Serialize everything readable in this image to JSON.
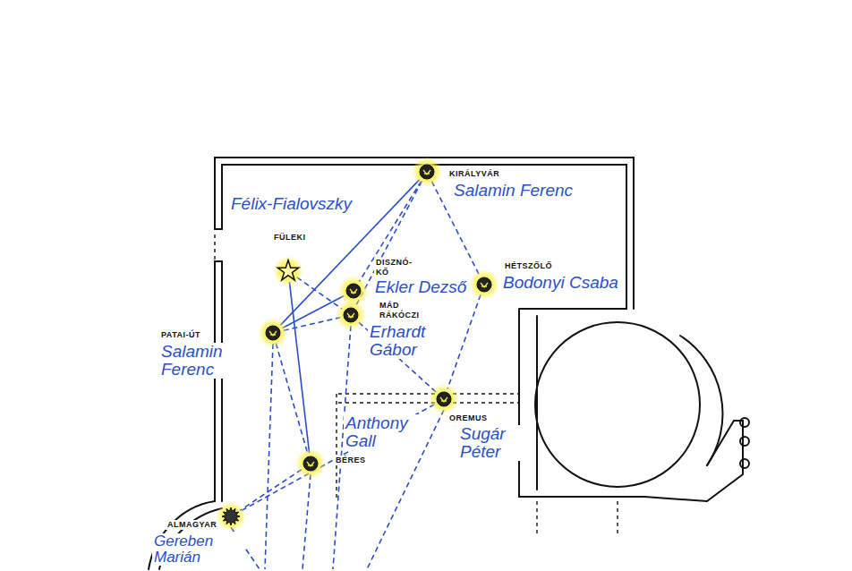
{
  "diagram": {
    "nodes": [
      {
        "text": [
          "KIRÁLYVÁR",
          "Salamin Ferenc"
        ]
      },
      {
        "text": [
          "FÜLEKI",
          "Félix-Fialovszky"
        ]
      },
      {
        "text": [
          "DISZNÓ-KŐ",
          "Ekler Dezső"
        ]
      },
      {
        "text": [
          "HÉTSZŐLŐ",
          "Bodonyi Csaba"
        ]
      },
      {
        "text": [
          "MÁD RÁKÓCZI",
          "Erhardt Gábor"
        ]
      },
      {
        "text": [
          "PATAI-ÚT",
          "Salamin Ferenc"
        ]
      },
      {
        "text": [
          "OREMUS",
          "Sugár Péter"
        ]
      },
      {
        "text": [
          "BÉRES",
          "Anthony Gall"
        ]
      },
      {
        "text": [
          "ALMAGYAR",
          "Gereben Marián"
        ]
      }
    ],
    "edges": [
      {
        "from": 0,
        "to": 2,
        "arrow": "none"
      },
      {
        "from": 0,
        "to": 4,
        "arrow": "none"
      },
      {
        "from": 0,
        "to": 3,
        "arrow": "none"
      },
      {
        "from": 0,
        "to": 5,
        "arrow": "none"
      },
      {
        "from": 1,
        "to": 4,
        "arrow": "none"
      },
      {
        "from": 1,
        "to": 7,
        "arrow": "none"
      },
      {
        "from": 5,
        "to": 2,
        "arrow": "none"
      },
      {
        "from": 5,
        "to": 4,
        "arrow": "none"
      },
      {
        "from": 5,
        "to": 7,
        "arrow": "none"
      },
      {
        "from": 4,
        "to": 6,
        "arrow": "none"
      },
      {
        "from": 3,
        "to": 6,
        "arrow": "none"
      },
      {
        "from": 6,
        "to": 8,
        "arrow": "none"
      },
      {
        "from": 7,
        "to": 8,
        "arrow": "none"
      }
    ]
  }
}
